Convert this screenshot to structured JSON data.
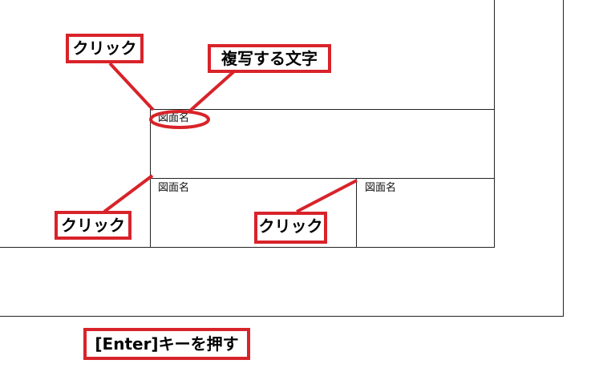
{
  "drawing": {
    "cell_labels": [
      "図面名",
      "図面名",
      "図面名"
    ]
  },
  "callouts": {
    "click_top": "クリック",
    "copy_text": "複写する文字",
    "click_bottom_left": "クリック",
    "click_bottom_middle": "クリック",
    "enter_key": "[Enter]キーを押す"
  },
  "colors": {
    "accent": "#d8232a",
    "line": "#222222"
  }
}
